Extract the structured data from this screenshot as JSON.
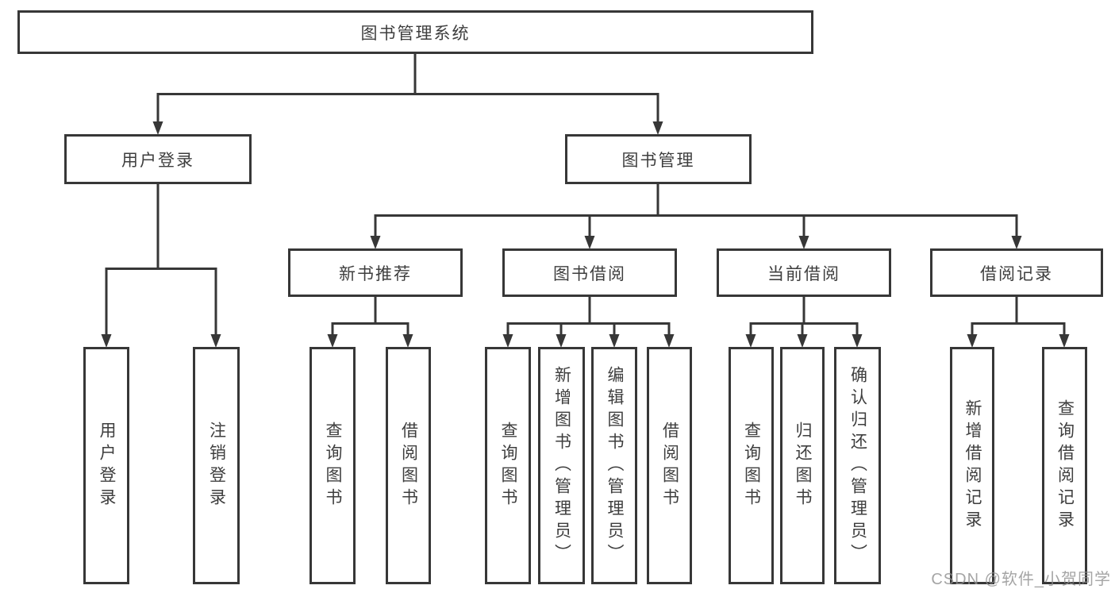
{
  "colors": {
    "line": "#373737",
    "text": "#3e3e3e",
    "background": "#ffffff",
    "watermark": "#8f8f8f"
  },
  "root": {
    "label": "图书管理系统"
  },
  "level2": [
    {
      "label": "用户登录"
    },
    {
      "label": "图书管理"
    }
  ],
  "level3": [
    {
      "label": "新书推荐"
    },
    {
      "label": "图书借阅"
    },
    {
      "label": "当前借阅"
    },
    {
      "label": "借阅记录"
    }
  ],
  "leaves": [
    {
      "label": "用户登录"
    },
    {
      "label": "注销登录"
    },
    {
      "label": "查询图书"
    },
    {
      "label": "借阅图书"
    },
    {
      "label": "查询图书"
    },
    {
      "label": "新增图书（管理员）"
    },
    {
      "label": "编辑图书（管理员）"
    },
    {
      "label": "借阅图书"
    },
    {
      "label": "查询图书"
    },
    {
      "label": "归还图书"
    },
    {
      "label": "确认归还（管理员）"
    },
    {
      "label": "新增借阅记录"
    },
    {
      "label": "查询借阅记录"
    }
  ],
  "watermark": "CSDN @软件_小贺同学"
}
